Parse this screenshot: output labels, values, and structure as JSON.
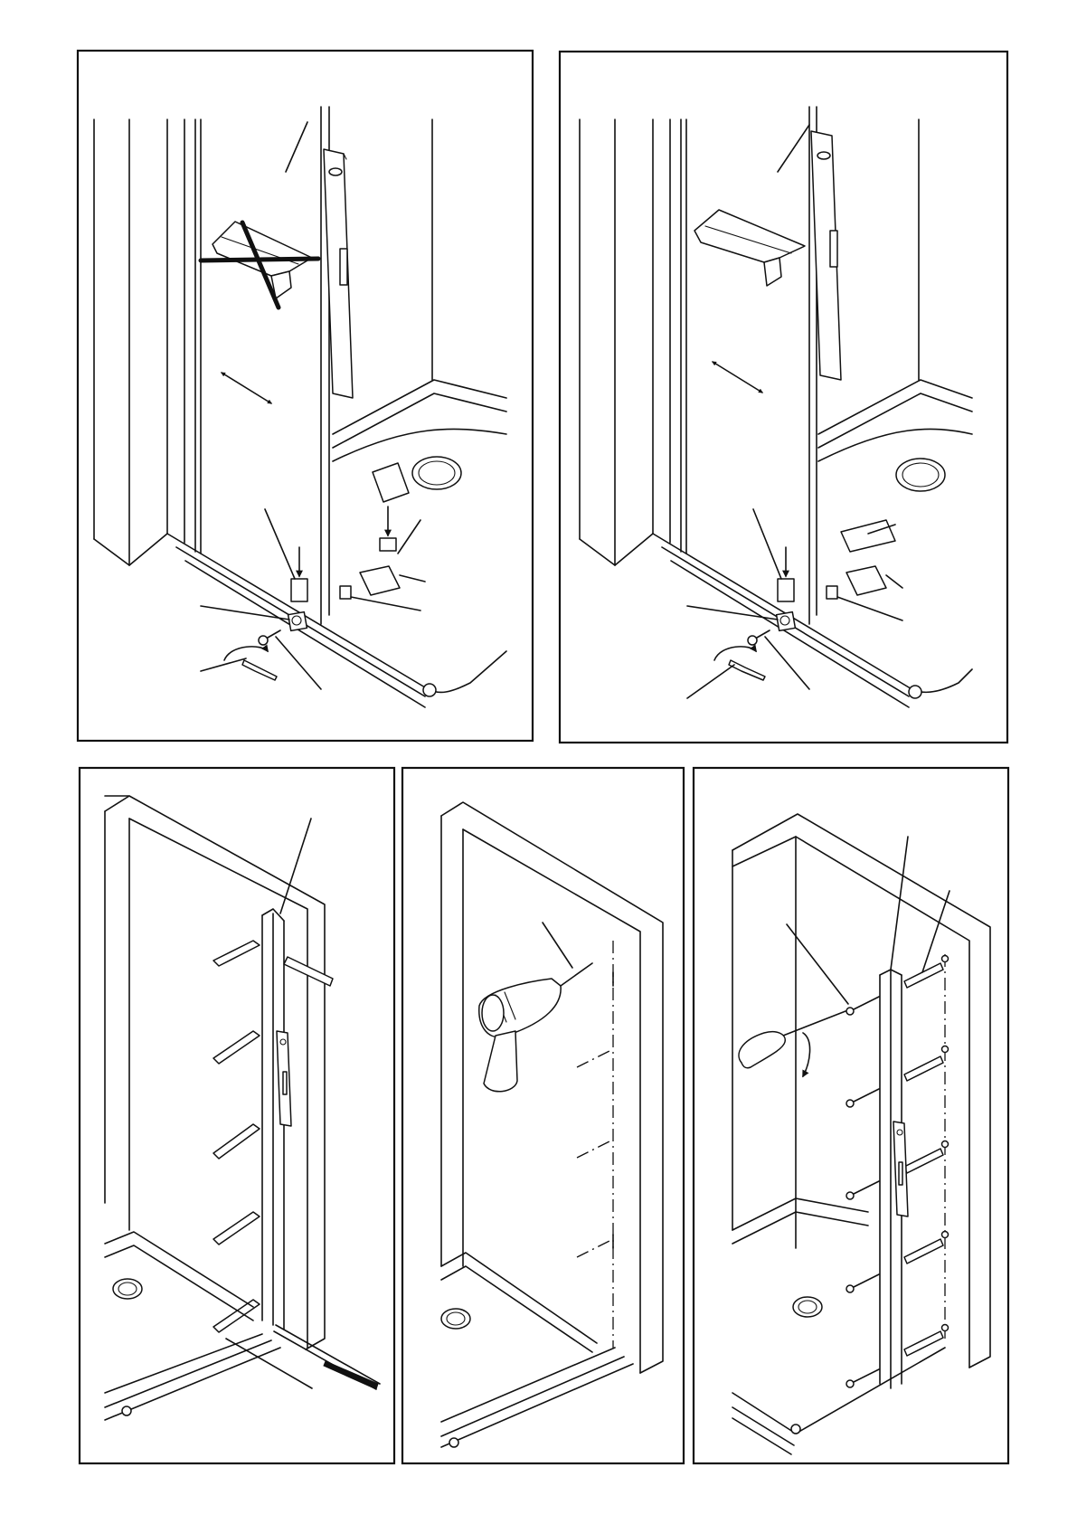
{
  "document": {
    "type": "assembly-instructions",
    "panels": [
      {
        "id": "panel-1",
        "description_visible": ""
      },
      {
        "id": "panel-2",
        "description_visible": ""
      },
      {
        "id": "panel-3",
        "description_visible": ""
      },
      {
        "id": "panel-4",
        "description_visible": ""
      },
      {
        "id": "panel-5",
        "description_visible": ""
      }
    ],
    "line_color": "#111111",
    "background_color": "#ffffff"
  }
}
